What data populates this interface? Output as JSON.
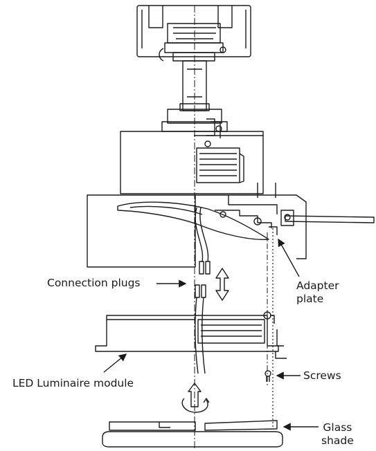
{
  "labels": {
    "connection_plugs": "Connection plugs",
    "adapter_plate_line1": "Adapter",
    "adapter_plate_line2": "plate",
    "screws": "Screws",
    "led_module": "LED Luminaire module",
    "glass_shade_line1": "Glass",
    "glass_shade_line2": "shade"
  },
  "colors": {
    "stroke": "#1a1a1a",
    "background": "#ffffff"
  }
}
